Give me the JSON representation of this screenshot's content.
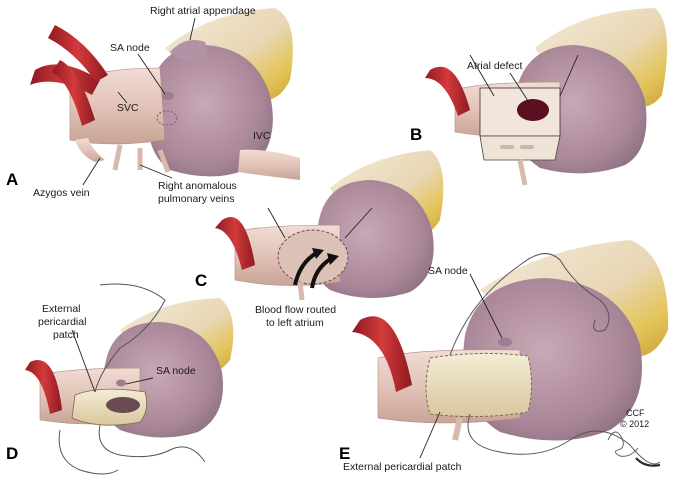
{
  "panels": {
    "a": "A",
    "b": "B",
    "c": "C",
    "d": "D",
    "e": "E"
  },
  "labels": {
    "right_atrial_appendage": "Right atrial appendage",
    "sa_node_a": "SA node",
    "svc": "SVC",
    "ivc": "IVC",
    "azygos_vein": "Azygos vein",
    "right_anomalous_line1": "Right anomalous",
    "right_anomalous_line2": "pulmonary veins",
    "atrial_defect": "Atrial defect",
    "blood_flow_line1": "Blood flow routed",
    "blood_flow_line2": "to left atrium",
    "external_patch_d_line1": "External",
    "external_patch_d_line2": "pericardial",
    "external_patch_d_line3": "patch",
    "sa_node_d": "SA node",
    "sa_node_e": "SA node",
    "external_patch_e": "External pericardial patch",
    "copyright_line1": "CCF",
    "copyright_line2": "© 2012"
  },
  "colors": {
    "heart": "#b89aa8",
    "heart_dark": "#8a6f80",
    "fat": "#e8c75a",
    "aorta": "#c0282d",
    "vessel": "#e9cfc6",
    "patch": "#e8dcc0",
    "defect": "#5a1020"
  }
}
